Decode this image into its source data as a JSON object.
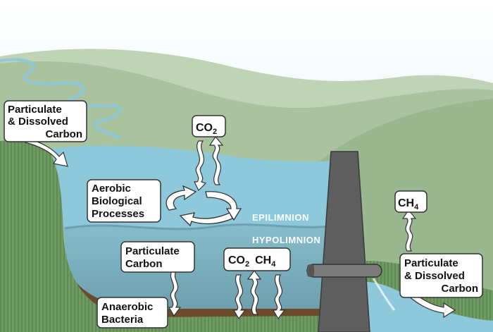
{
  "labels": {
    "inflow_carbon": [
      "Particulate",
      "& Dissolved",
      "Carbon"
    ],
    "co2_top": "CO",
    "co2_top_sub": "2",
    "aerobic": [
      "Aerobic",
      "Biological",
      "Processes"
    ],
    "epilimnion": "EPILIMNION",
    "hypolimnion": "HYPOLIMNION",
    "particulate_carbon": [
      "Particulate",
      "Carbon"
    ],
    "co2_bottom": "CO",
    "co2_bottom_sub": "2",
    "ch4_bottom": "CH",
    "ch4_bottom_sub": "4",
    "anaerobic": [
      "Anaerobic",
      "Bacteria"
    ],
    "ch4_right": "CH",
    "ch4_right_sub": "4",
    "outflow_carbon": [
      "Particulate",
      "& Dissolved",
      "Carbon"
    ]
  },
  "colors": {
    "sky": "#eaf3f7",
    "hills_far": "#b9cfb2",
    "hills_near": "#9fbb95",
    "ground": "#6f9a62",
    "epilimnion_water": "#8cc8da",
    "hypolimnion_water": "#7aaebe",
    "sediment": "#6b4a2e",
    "dam": "#5e5e5e"
  }
}
